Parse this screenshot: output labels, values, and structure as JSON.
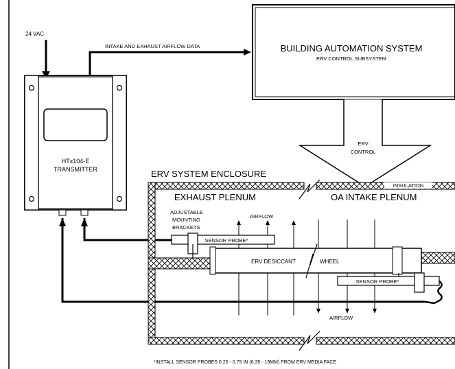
{
  "power_label": "24 VAC",
  "data_link_label": "INTAKE AND EXHAUST AIRFLOW DATA",
  "bas": {
    "title": "BUILDING AUTOMATION SYSTEM",
    "subtitle": "ERV CONTROL SUBSYSTEM"
  },
  "erv_control": {
    "line1": "ERV",
    "line2": "CONTROL"
  },
  "transmitter": {
    "line1": "HTx104-E",
    "line2": "TRANSMITTER"
  },
  "enclosure_label": "ERV SYSTEM ENCLOSURE",
  "insulation_label": "INSULATION",
  "exhaust_plenum": "EXHAUST PLENUM",
  "intake_plenum": "OA INTAKE PLENUM",
  "brackets": {
    "line1": "ADJUSTABLE",
    "line2": "MOUNTING",
    "line3": "BRACKETS"
  },
  "airflow_top": "AIRFLOW",
  "airflow_bottom": "AIRFLOW",
  "probe_exhaust": "SENSOR PROBE*",
  "probe_intake": "SENSOR PROBE*",
  "wheel_left": "ERV DESICCANT",
  "wheel_right": "WHEEL",
  "footnote": "*INSTALL SENSOR PROBES 0.25 - 0.75 IN (6.35 - 19MM) FROM ERV MEDIA FACE",
  "colors": {
    "ink": "#000000",
    "paper": "#ffffff",
    "hatch": "#000000"
  }
}
